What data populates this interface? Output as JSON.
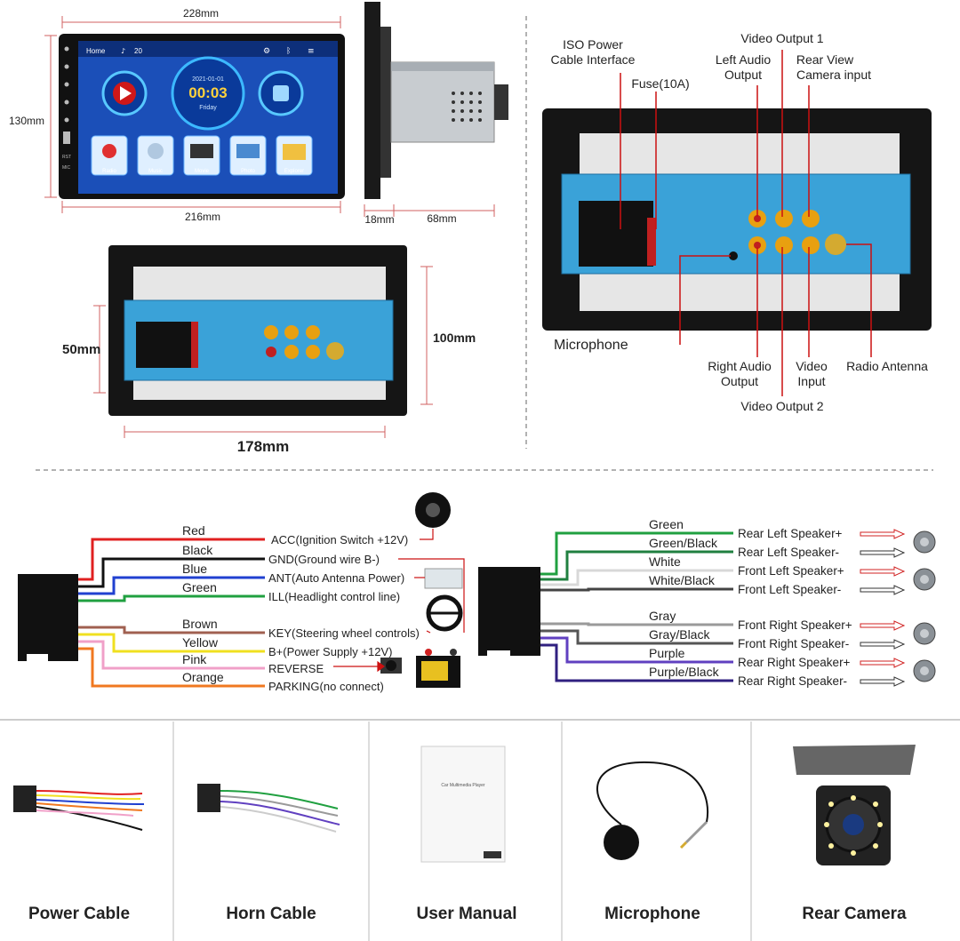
{
  "dimensions": {
    "width_top": "228mm",
    "height_left": "130mm",
    "width_bottom": "216mm",
    "depth_front": "18mm",
    "depth_body": "68mm",
    "back_height_left": "50mm",
    "back_height_right": "100mm",
    "back_width": "178mm"
  },
  "screen": {
    "home": "Home",
    "volume": "20",
    "date": "2021-01-01",
    "time": "00:03",
    "day": "Friday",
    "apps": [
      "Radio",
      "Music",
      "Movie",
      "Photo",
      "Explorer"
    ],
    "side_labels": [
      "RST",
      "MIC"
    ]
  },
  "connectors": {
    "iso_power": "ISO Power\nCable Interface",
    "fuse": "Fuse(10A)",
    "video_out_1": "Video Output 1",
    "left_audio": "Left Audio\nOutput",
    "rear_view": "Rear View\nCamera input",
    "microphone": "Microphone",
    "right_audio": "Right Audio\nOutput",
    "video_input": "Video\nInput",
    "radio_antenna": "Radio Antenna",
    "video_out_2": "Video Output 2"
  },
  "power_wires": [
    {
      "color_name": "Red",
      "function": "ACC(Ignition Switch +12V)",
      "hex": "#e02020"
    },
    {
      "color_name": "Black",
      "function": "GND(Ground wire B-)",
      "hex": "#111111"
    },
    {
      "color_name": "Blue",
      "function": "ANT(Auto Antenna Power)",
      "hex": "#2040d0"
    },
    {
      "color_name": "Green",
      "function": "ILL(Headlight control line)",
      "hex": "#20a040"
    },
    {
      "color_name": "Brown",
      "function": "KEY(Steering wheel controls)",
      "hex": "#a06050"
    },
    {
      "color_name": "Yellow",
      "function": "B+(Power Supply +12V)",
      "hex": "#f0e020"
    },
    {
      "color_name": "Pink",
      "function": "REVERSE",
      "hex": "#f0a0c8"
    },
    {
      "color_name": "Orange",
      "function": "PARKING(no connect)",
      "hex": "#f07820"
    }
  ],
  "speaker_wires": [
    {
      "color_name": "Green",
      "function": "Rear Left Speaker+",
      "hex": "#20a040"
    },
    {
      "color_name": "Green/Black",
      "function": "Rear Left Speaker-",
      "hex": "#208040"
    },
    {
      "color_name": "White",
      "function": "Front Left Speaker+",
      "hex": "#d8d8d8"
    },
    {
      "color_name": "White/Black",
      "function": "Front Left Speaker-",
      "hex": "#444444"
    },
    {
      "color_name": "Gray",
      "function": "Front Right Speaker+",
      "hex": "#9a9a9a"
    },
    {
      "color_name": "Gray/Black",
      "function": "Front Right Speaker-",
      "hex": "#555555"
    },
    {
      "color_name": "Purple",
      "function": "Rear Right Speaker+",
      "hex": "#6040c0"
    },
    {
      "color_name": "Purple/Black",
      "function": "Rear Right Speaker-",
      "hex": "#302080"
    }
  ],
  "accessories": [
    "Power Cable",
    "Horn Cable",
    "User Manual",
    "Microphone",
    "Rear Camera"
  ],
  "manual_text": "Car Multimedia Player"
}
